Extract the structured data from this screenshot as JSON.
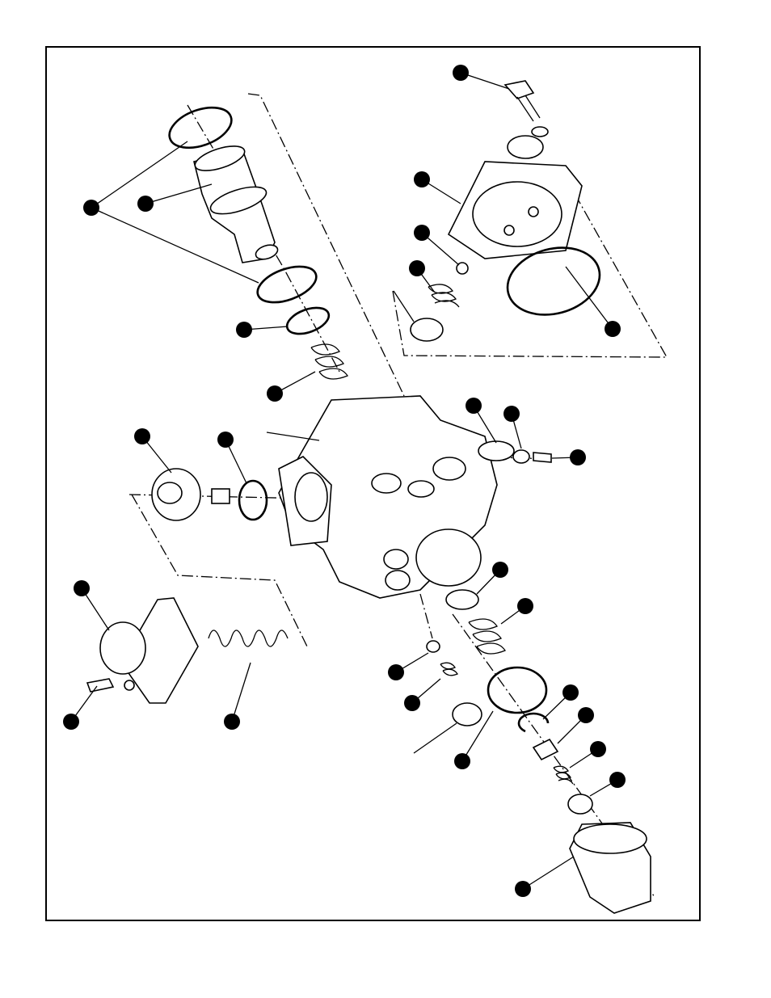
{
  "figure": {
    "kind": "exploded-parts-diagram",
    "subject": "valve assembly",
    "callout_style": "unlabeled black dots",
    "colors": {
      "ink": "#000000",
      "paper": "#ffffff"
    }
  }
}
